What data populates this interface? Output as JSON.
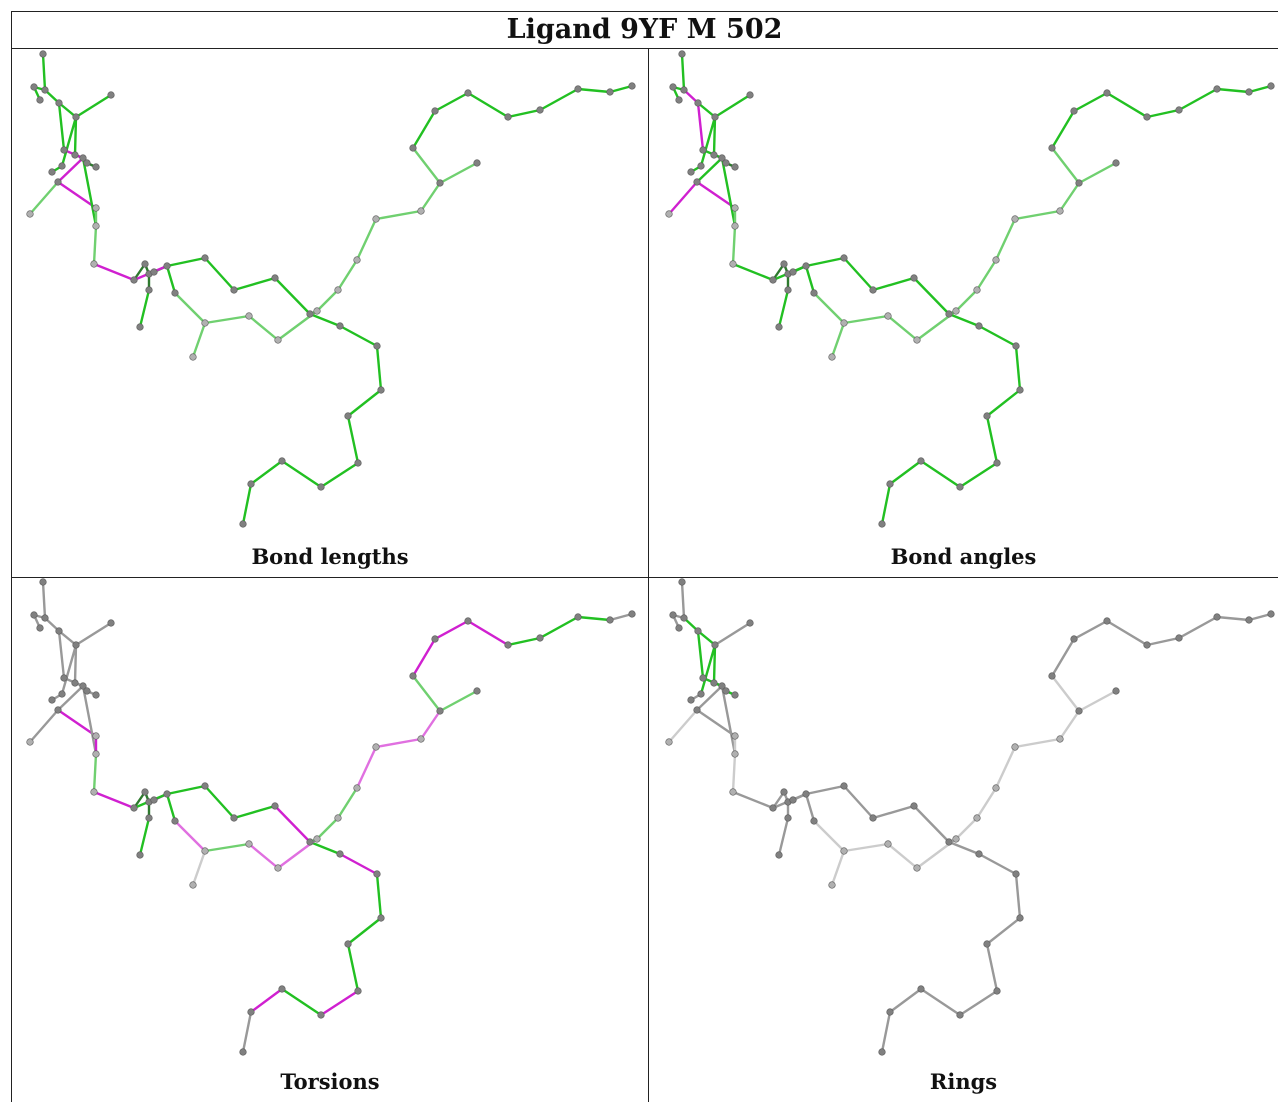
{
  "title": "Ligand 9YF M 502",
  "panels": [
    {
      "caption": "Bond lengths"
    },
    {
      "caption": "Bond angles"
    },
    {
      "caption": "Torsions"
    },
    {
      "caption": "Rings"
    }
  ],
  "colors": {
    "green": "#22c022",
    "light_green": "#70d070",
    "dark_green": "#2e7a2e",
    "magenta": "#d020d0",
    "light_magenta": "#e070e0",
    "gray": "#999999",
    "light_gray": "#cccccc",
    "atom": "#808080",
    "atom_light": "#b0b0b0",
    "border": "#222222"
  }
}
